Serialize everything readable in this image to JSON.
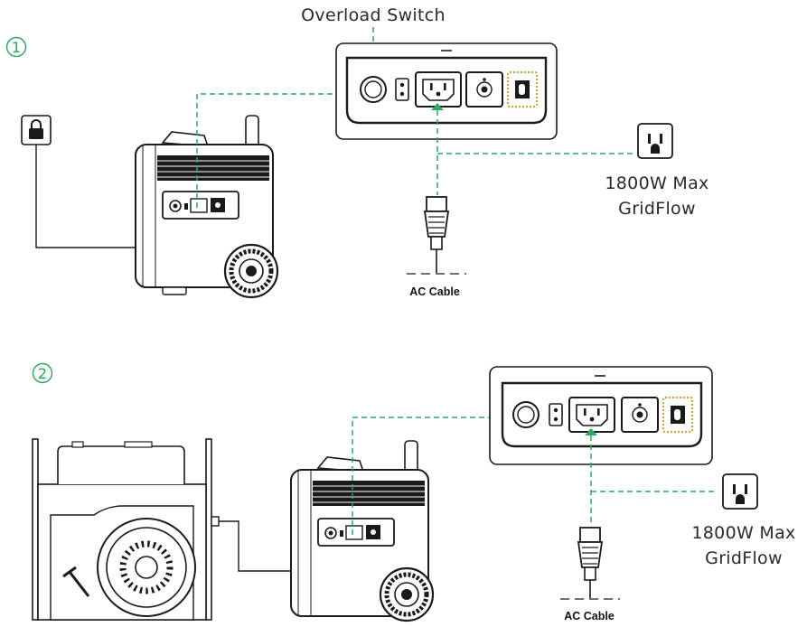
{
  "labels": {
    "overload_switch": "Overload Switch",
    "step1": "1",
    "step2": "2",
    "outlet_line1": "1800W Max",
    "outlet_line2": "GridFlow",
    "ac_cable": "AC Cable"
  },
  "colors": {
    "accent_green": "#2fa865",
    "line_dark": "#1a1a1a",
    "warning_yellow": "#c8a640"
  },
  "icons": [
    "lock-icon",
    "wall-outlet-icon",
    "ac-plug-icon",
    "generator-icon",
    "power-station-icon"
  ]
}
